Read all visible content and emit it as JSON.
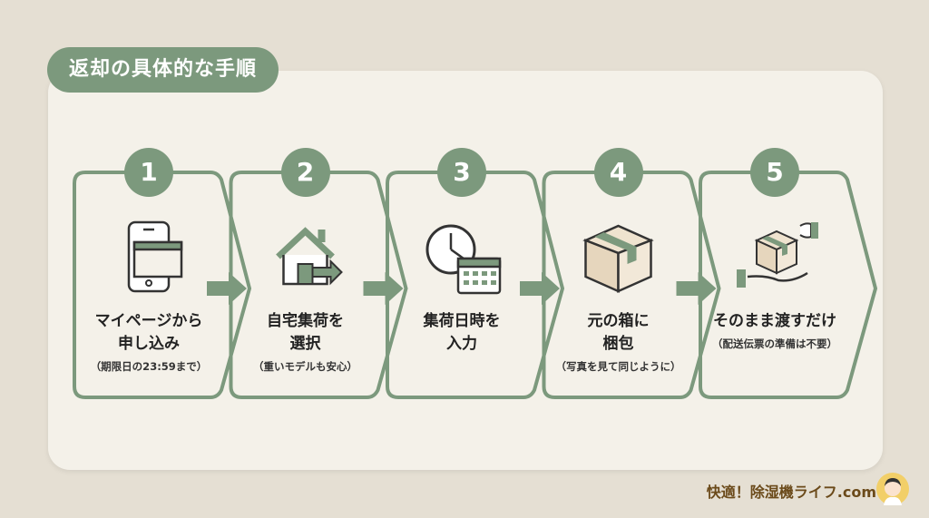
{
  "title": "返却の具体的な手順",
  "colors": {
    "accent": "#7c997d",
    "panel": "#f4f1e9",
    "background": "#e5dfd3"
  },
  "steps": [
    {
      "number": "1",
      "icon": "smartphone-icon",
      "main1": "マイページから",
      "main2": "申し込み",
      "sub": "（期限日の23:59まで）"
    },
    {
      "number": "2",
      "icon": "house-arrow-icon",
      "main1": "自宅集荷を",
      "main2": "選択",
      "sub": "（重いモデルも安心）"
    },
    {
      "number": "3",
      "icon": "clock-calendar-icon",
      "main1": "集荷日時を",
      "main2": "入力",
      "sub": ""
    },
    {
      "number": "4",
      "icon": "box-icon",
      "main1": "元の箱に",
      "main2": "梱包",
      "sub": "（写真を見て同じように）"
    },
    {
      "number": "5",
      "icon": "hand-box-icon",
      "main1": "そのまま渡すだけ",
      "main2": "",
      "sub": "（配送伝票の準備は不要）"
    }
  ],
  "brand": "快適！除湿機ライフ.com"
}
